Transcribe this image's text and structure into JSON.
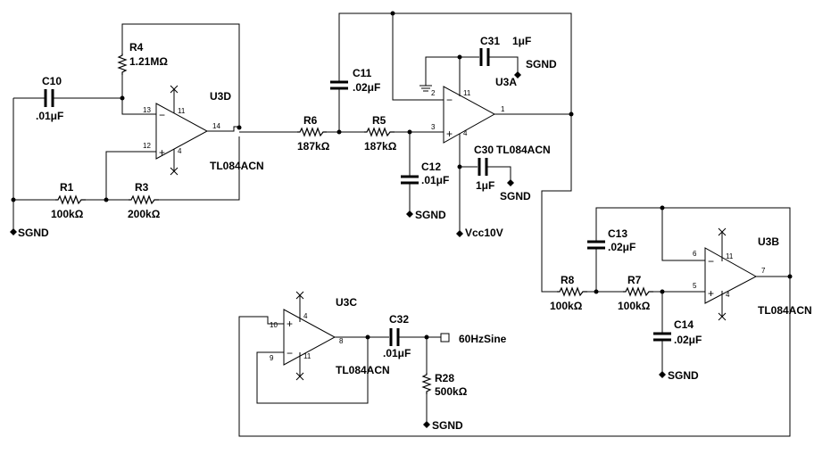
{
  "components": {
    "u3d": {
      "ref": "U3D",
      "part": "TL084ACN",
      "pins": {
        "inv": "13",
        "noninv": "12",
        "out": "14",
        "vpos": "11",
        "vneg": "4"
      }
    },
    "u3a": {
      "ref": "U3A",
      "part": "TL084ACN",
      "pins": {
        "inv": "2",
        "noninv": "3",
        "out": "1",
        "vpos": "11",
        "vneg": "4"
      }
    },
    "u3b": {
      "ref": "U3B",
      "part": "TL084ACN",
      "pins": {
        "inv": "6",
        "noninv": "5",
        "out": "7",
        "vpos": "11",
        "vneg": "4"
      }
    },
    "u3c": {
      "ref": "U3C",
      "part": "TL084ACN",
      "pins": {
        "noninv": "10",
        "inv": "9",
        "out": "8",
        "vpos": "4",
        "vneg": "11"
      }
    },
    "r4": {
      "ref": "R4",
      "value": "1.21MΩ"
    },
    "r1": {
      "ref": "R1",
      "value": "100kΩ"
    },
    "r3": {
      "ref": "R3",
      "value": "200kΩ"
    },
    "r6": {
      "ref": "R6",
      "value": "187kΩ"
    },
    "r5": {
      "ref": "R5",
      "value": "187kΩ"
    },
    "r8": {
      "ref": "R8",
      "value": "100kΩ"
    },
    "r7": {
      "ref": "R7",
      "value": "100kΩ"
    },
    "r28": {
      "ref": "R28",
      "value": "500kΩ"
    },
    "c10": {
      "ref": "C10",
      "value": ".01μF"
    },
    "c11": {
      "ref": "C11",
      "value": ".02μF"
    },
    "c12": {
      "ref": "C12",
      "value": ".01μF"
    },
    "c31": {
      "ref": "C31",
      "value": "1μF"
    },
    "c30": {
      "ref": "C30",
      "value": "1μF"
    },
    "c13": {
      "ref": "C13",
      "value": ".02μF"
    },
    "c14": {
      "ref": "C14",
      "value": ".02μF"
    },
    "c32": {
      "ref": "C32",
      "value": ".01μF"
    }
  },
  "nets": {
    "sgnd": "SGND",
    "vcc": "Vcc10V",
    "sine": "60HzSine"
  },
  "symbols": {
    "minus": "−",
    "plus": "+"
  }
}
